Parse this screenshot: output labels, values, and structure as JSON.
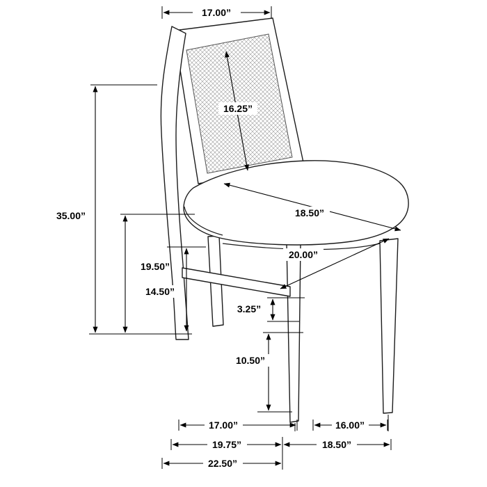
{
  "diagram": {
    "subject": "dining-side-chair-dimension-drawing",
    "unit": "inches",
    "colors": {
      "background": "#ffffff",
      "line_color": "#1c1c1c",
      "dimension_color": "#000000",
      "cane_mesh_color": "#999999"
    },
    "labels": {
      "top_width": "17.00”",
      "back_diagonal": "16.25”",
      "overall_height": "35.00”",
      "seat_height": "19.50”",
      "apron_height": "14.50”",
      "seat_width_diagonal": "18.50”",
      "seat_depth_diagonal": "20.00”",
      "stretcher_thickness": "3.25”",
      "leg_height": "10.50”",
      "front_leg_spacing": "17.00”",
      "side_leg_spacing": "16.00”",
      "base_width": "19.75”",
      "base_depth": "18.50”",
      "overall_depth": "22.50”"
    }
  }
}
